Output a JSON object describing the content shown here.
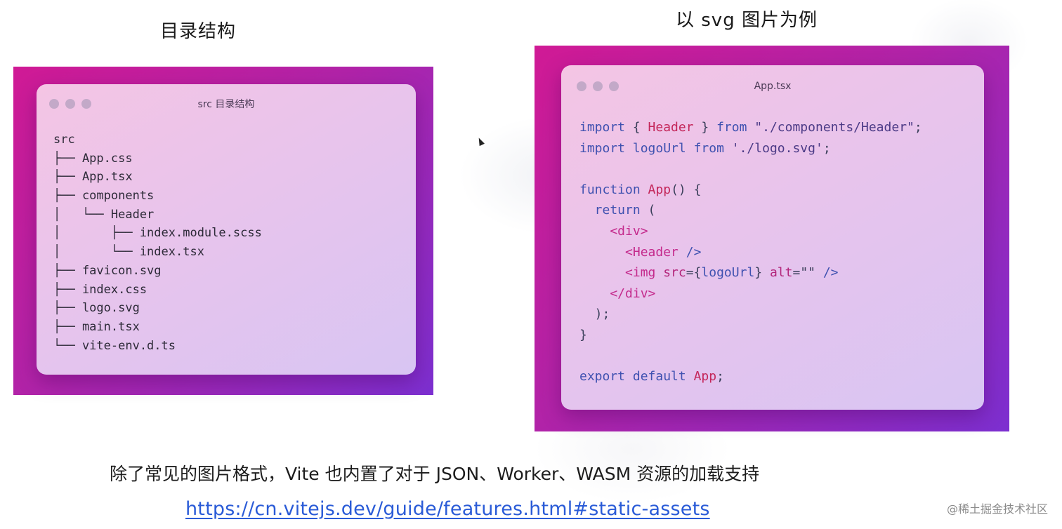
{
  "headings": {
    "left": "目录结构",
    "right": "以 svg 图片为例"
  },
  "left_window": {
    "title": "src 目录结构",
    "tree": [
      "src",
      "├── App.css",
      "├── App.tsx",
      "├── components",
      "│   └── Header",
      "│       ├── index.module.scss",
      "│       └── index.tsx",
      "├── favicon.svg",
      "├── index.css",
      "├── logo.svg",
      "├── main.tsx",
      "└── vite-env.d.ts"
    ]
  },
  "right_window": {
    "title": "App.tsx",
    "code": [
      [
        [
          "kw",
          "import"
        ],
        [
          "punc",
          " { "
        ],
        [
          "cls",
          "Header"
        ],
        [
          "punc",
          " } "
        ],
        [
          "kw",
          "from"
        ],
        [
          "str",
          " \"./components/Header\""
        ],
        [
          "punc",
          ";"
        ]
      ],
      [
        [
          "kw",
          "import"
        ],
        [
          "kw",
          " logoUrl"
        ],
        [
          "kw",
          " from"
        ],
        [
          "str",
          " './logo.svg'"
        ],
        [
          "punc",
          ";"
        ]
      ],
      [],
      [
        [
          "kw",
          "function"
        ],
        [
          "cls",
          " App"
        ],
        [
          "punc",
          "() {"
        ]
      ],
      [
        [
          "kw",
          "  return"
        ],
        [
          "punc",
          " ("
        ]
      ],
      [
        [
          "tag",
          "    <div>"
        ]
      ],
      [
        [
          "tag",
          "      <Header"
        ],
        [
          "kw",
          " />"
        ]
      ],
      [
        [
          "tag",
          "      <img"
        ],
        [
          "attr",
          " src"
        ],
        [
          "punc",
          "={"
        ],
        [
          "kw",
          "logoUrl"
        ],
        [
          "punc",
          "}"
        ],
        [
          "attr",
          " alt"
        ],
        [
          "punc",
          "=\"\""
        ],
        [
          "kw",
          " />"
        ]
      ],
      [
        [
          "tag",
          "    </div>"
        ]
      ],
      [
        [
          "punc",
          "  );"
        ]
      ],
      [
        [
          "punc",
          "}"
        ]
      ],
      [],
      [
        [
          "kw",
          "export"
        ],
        [
          "kw",
          " default"
        ],
        [
          "cls",
          " App"
        ],
        [
          "punc",
          ";"
        ]
      ]
    ]
  },
  "caption": "除了常见的图片格式，Vite 也内置了对于 JSON、Worker、WASM 资源的加载支持",
  "link": "https://cn.vitejs.dev/guide/features.html#static-assets",
  "watermark": "@稀土掘金技术社区"
}
